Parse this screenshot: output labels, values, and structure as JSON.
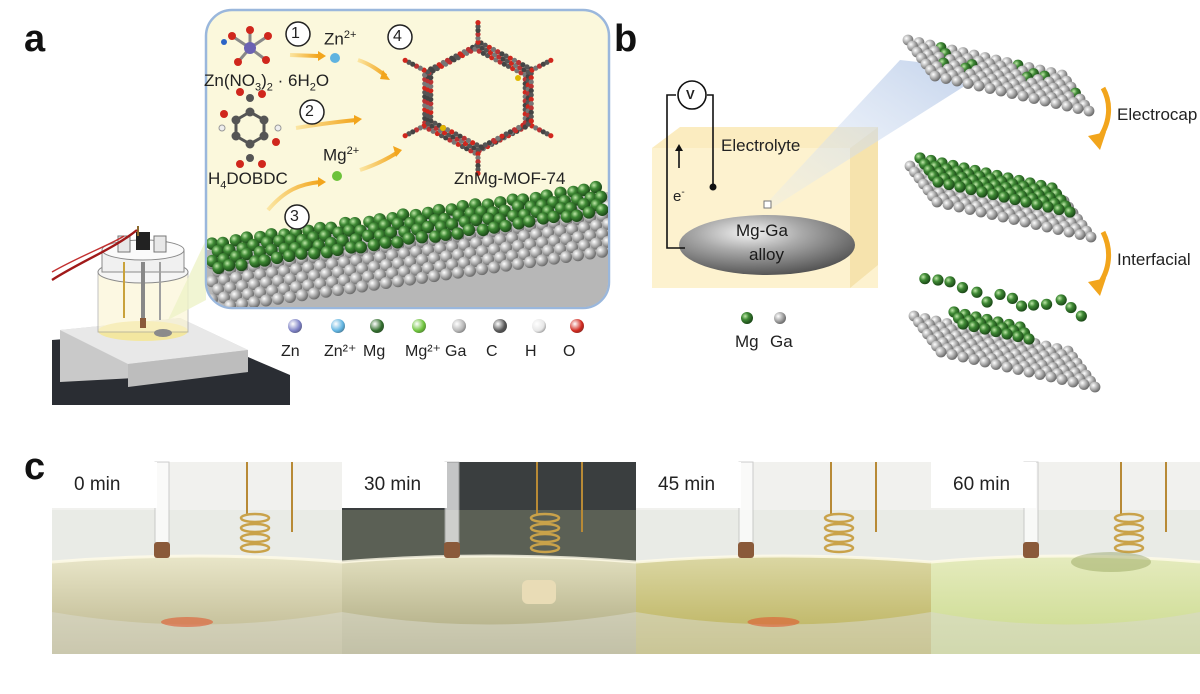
{
  "panels": {
    "a": "a",
    "b": "b",
    "c": "c"
  },
  "panel_a": {
    "steps": [
      "1",
      "2",
      "3",
      "4"
    ],
    "zn_ion": "Zn",
    "zn_ion_sup": "2+",
    "mg_ion": "Mg",
    "mg_ion_sup": "2+",
    "zinc_salt": {
      "a": "Zn(NO",
      "s1": "3",
      "b": ")",
      "s2": "2",
      "c": " · 6H",
      "s3": "2",
      "d": "O"
    },
    "linker": {
      "pre": "H",
      "sub": "4",
      "post": "DOBDC"
    },
    "product": "ZnMg-MOF-74",
    "legend": [
      {
        "label": "Zn",
        "color": "#7b7fc4"
      },
      {
        "label": "Zn²⁺",
        "color": "#5fb3e0"
      },
      {
        "label": "Mg",
        "color": "#2f6b2a"
      },
      {
        "label": "Mg²⁺",
        "color": "#6cc23a"
      },
      {
        "label": "Ga",
        "color": "#b5b5b5"
      },
      {
        "label": "C",
        "color": "#555555"
      },
      {
        "label": "H",
        "color": "#e6e6e6"
      },
      {
        "label": "O",
        "color": "#d0271d"
      }
    ]
  },
  "panel_b": {
    "voltmeter": "V",
    "electrolyte": "Electrolyte",
    "electron": "e",
    "electron_sup": "-",
    "alloy_line1": "Mg-Ga",
    "alloy_line2": "alloy",
    "legend": [
      {
        "label": "Mg",
        "color": "#2f6b2a"
      },
      {
        "label": "Ga",
        "color": "#b5b5b5"
      }
    ],
    "process1": "Electrocap",
    "process2": "Interfacial"
  },
  "panel_c": {
    "times": [
      "0 min",
      "30 min",
      "45 min",
      "60 min"
    ]
  }
}
